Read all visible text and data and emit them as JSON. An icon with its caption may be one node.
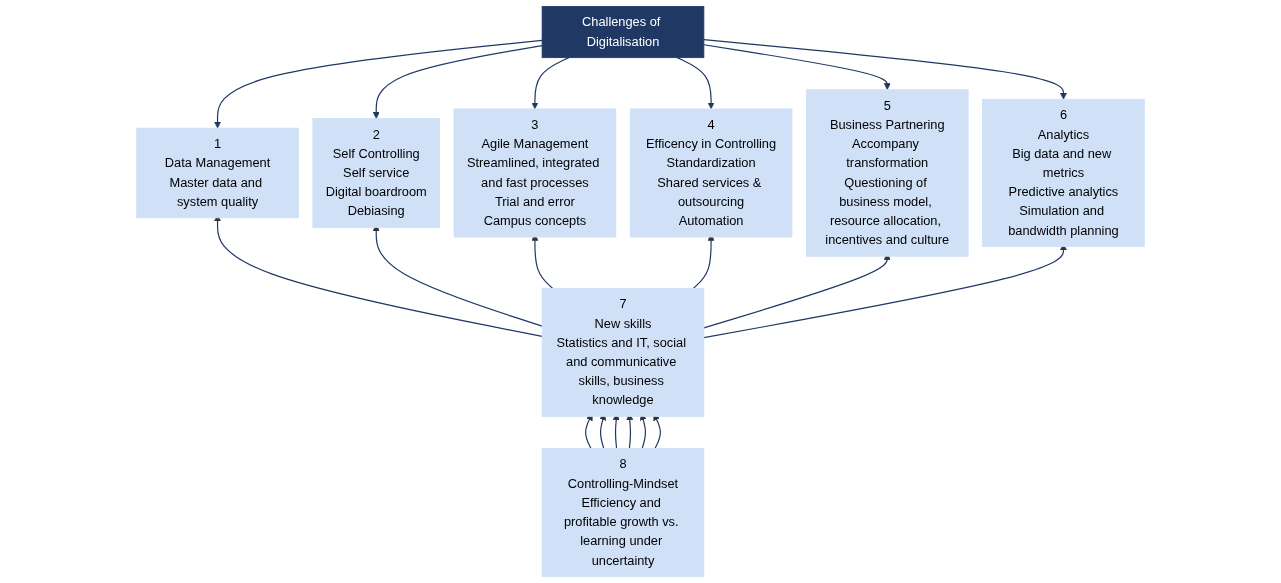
{
  "diagram": {
    "nodes": [
      {
        "text": [
          "Challenges of Digitalisation"
        ]
      },
      {
        "text": [
          "1",
          "Data Management",
          "Master data and system quality"
        ]
      },
      {
        "text": [
          "2",
          "Self Controlling",
          "Self service",
          "Digital boardroom",
          "Debiasing"
        ]
      },
      {
        "text": [
          "3",
          "Agile Management",
          "Streamlined, integrated and fast processes",
          "Trial and error",
          "Campus concepts"
        ]
      },
      {
        "text": [
          "4",
          "Efficency in Controlling",
          "Standardization",
          "Shared services & outsourcing",
          "Automation"
        ]
      },
      {
        "text": [
          "5",
          "Business Partnering",
          "Accompany transformation",
          "Questioning of business model, resource allocation, incentives and culture"
        ]
      },
      {
        "text": [
          "6",
          "Analytics",
          "Big data and new metrics",
          "Predictive analytics",
          "Simulation and bandwidth planning"
        ]
      },
      {
        "text": [
          "7",
          "New skills",
          "Statistics and IT, social and communicative skills, business knowledge"
        ]
      },
      {
        "text": [
          "8",
          "Controlling-Mindset",
          "Efficiency and profitable growth vs. learning under uncertainty"
        ]
      }
    ],
    "edges": [
      {
        "from": 0,
        "to": 1,
        "arrow": "to"
      },
      {
        "from": 0,
        "to": 2,
        "arrow": "to"
      },
      {
        "from": 0,
        "to": 3,
        "arrow": "to"
      },
      {
        "from": 0,
        "to": 4,
        "arrow": "to"
      },
      {
        "from": 0,
        "to": 5,
        "arrow": "to"
      },
      {
        "from": 0,
        "to": 6,
        "arrow": "to"
      },
      {
        "from": 7,
        "to": 1,
        "arrow": "to"
      },
      {
        "from": 7,
        "to": 2,
        "arrow": "to"
      },
      {
        "from": 7,
        "to": 3,
        "arrow": "to"
      },
      {
        "from": 7,
        "to": 4,
        "arrow": "to"
      },
      {
        "from": 7,
        "to": 5,
        "arrow": "to"
      },
      {
        "from": 7,
        "to": 6,
        "arrow": "to"
      },
      {
        "from": 8,
        "to": 7,
        "arrow": "to"
      },
      {
        "from": 8,
        "to": 7,
        "arrow": "to"
      },
      {
        "from": 8,
        "to": 7,
        "arrow": "to"
      },
      {
        "from": 8,
        "to": 7,
        "arrow": "to"
      },
      {
        "from": 8,
        "to": 7,
        "arrow": "to"
      },
      {
        "from": 8,
        "to": 7,
        "arrow": "to"
      }
    ]
  }
}
